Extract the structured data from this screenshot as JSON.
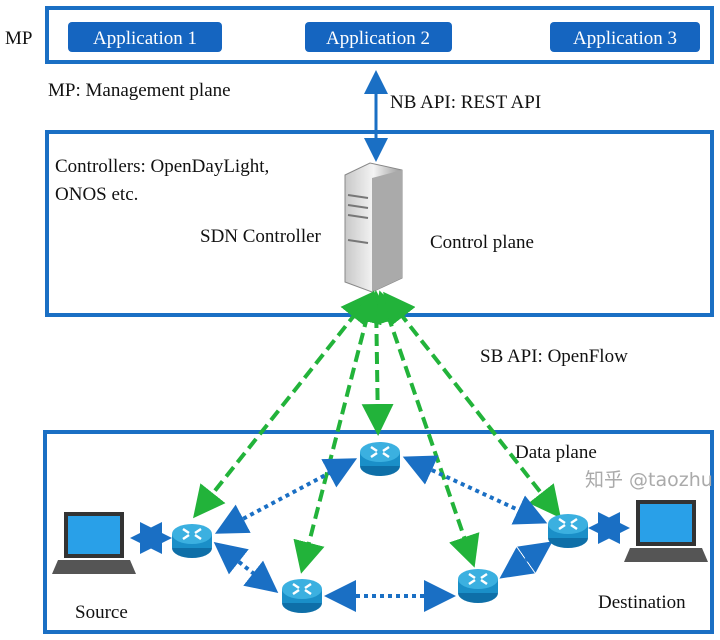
{
  "mp_label": "MP",
  "applications": [
    "Application 1",
    "Application 2",
    "Application 3"
  ],
  "mp_caption": "MP: Management plane",
  "nb_api": "NB API: REST API",
  "controllers_line1": "Controllers: OpenDayLight,",
  "controllers_line2": "ONOS etc.",
  "sdn_controller": "SDN Controller",
  "control_plane": "Control plane",
  "sb_api": "SB API:  OpenFlow",
  "data_plane": "Data plane",
  "source": "Source",
  "destination": "Destination",
  "watermark": "知乎 @taozhu",
  "colors": {
    "frame": "#1a6fc4",
    "app": "#1565c0",
    "control_link": "#22b33a",
    "data_link": "#1a6fc4",
    "router": "#1a8fc8"
  }
}
